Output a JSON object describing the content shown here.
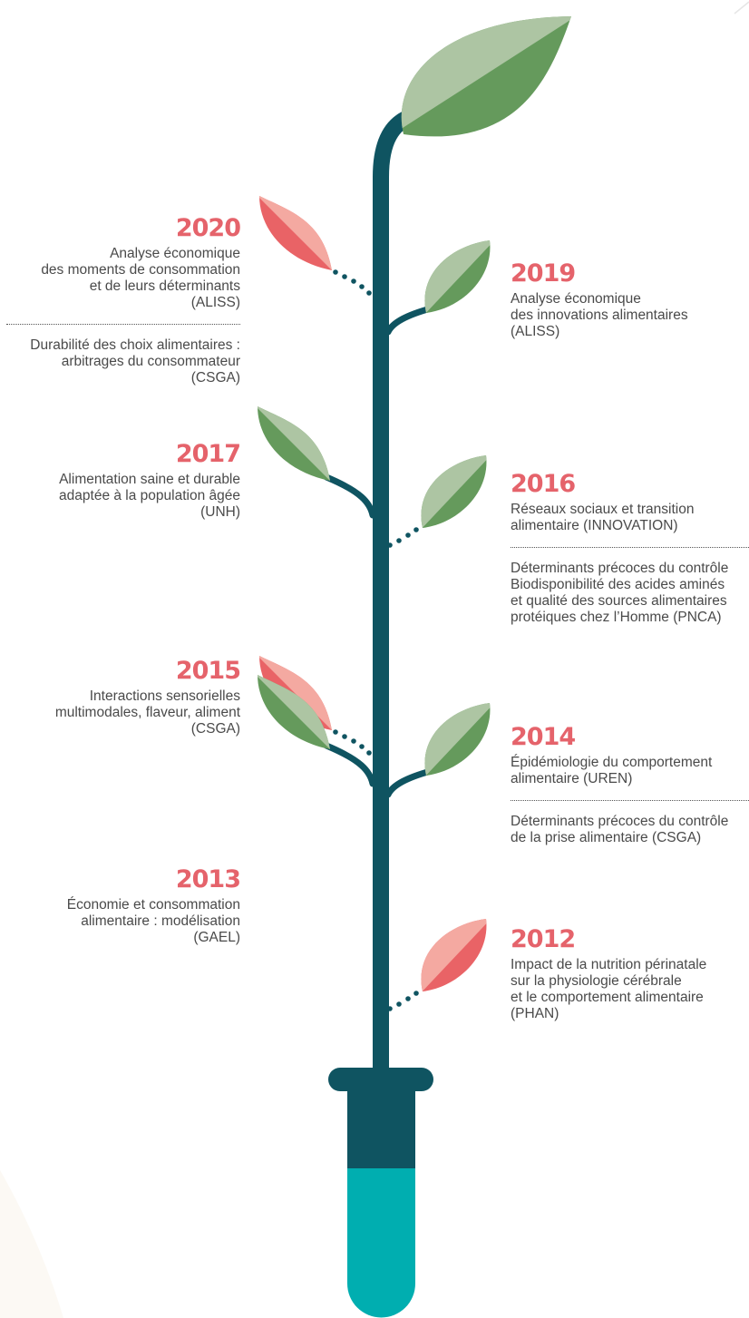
{
  "colors": {
    "stem": "#0f5461",
    "tube_cap": "#0f5461",
    "tube_liquid": "#00aeb0",
    "leaf_green_light": "#adc5a3",
    "leaf_green_dark": "#659a5c",
    "leaf_red_light": "#f4a9a1",
    "leaf_red_dark": "#e96366",
    "year": "#e5636b",
    "text": "#4a4a4a"
  },
  "entries": [
    {
      "year": "2020",
      "items": [
        {
          "lines": [
            "Analyse économique",
            "des moments de consommation",
            "et de leurs déterminants",
            "(ALISS)"
          ]
        },
        {
          "lines": [
            "Durabilité des choix alimentaires :",
            "arbitrages du consommateur",
            "(CSGA)"
          ]
        }
      ]
    },
    {
      "year": "2019",
      "items": [
        {
          "lines": [
            "Analyse économique",
            "des innovations alimentaires",
            "(ALISS)"
          ]
        }
      ]
    },
    {
      "year": "2017",
      "items": [
        {
          "lines": [
            "Alimentation saine et durable",
            "adaptée à la population âgée",
            "(UNH)"
          ]
        }
      ]
    },
    {
      "year": "2016",
      "items": [
        {
          "lines": [
            "Réseaux sociaux et transition",
            "alimentaire (INNOVATION)"
          ]
        },
        {
          "lines": [
            "Déterminants précoces du contrôle",
            "Biodisponibilité des acides aminés",
            "et qualité des sources alimentaires",
            "protéiques chez l’Homme (PNCA)"
          ]
        }
      ]
    },
    {
      "year": "2015",
      "items": [
        {
          "lines": [
            "Interactions sensorielles",
            "multimodales, flaveur, aliment",
            "(CSGA)"
          ]
        }
      ]
    },
    {
      "year": "2014",
      "items": [
        {
          "lines": [
            "Épidémiologie du comportement",
            "alimentaire (UREN)"
          ]
        },
        {
          "lines": [
            "Déterminants précoces du contrôle",
            "de la prise alimentaire (CSGA)"
          ]
        }
      ]
    },
    {
      "year": "2013",
      "items": [
        {
          "lines": [
            "Économie et consommation",
            "alimentaire : modélisation",
            "(GAEL)"
          ]
        }
      ]
    },
    {
      "year": "2012",
      "items": [
        {
          "lines": [
            "Impact de la nutrition périnatale",
            "sur la physiologie cérébrale",
            "et le comportement alimentaire",
            "(PHAN)"
          ]
        }
      ]
    }
  ]
}
